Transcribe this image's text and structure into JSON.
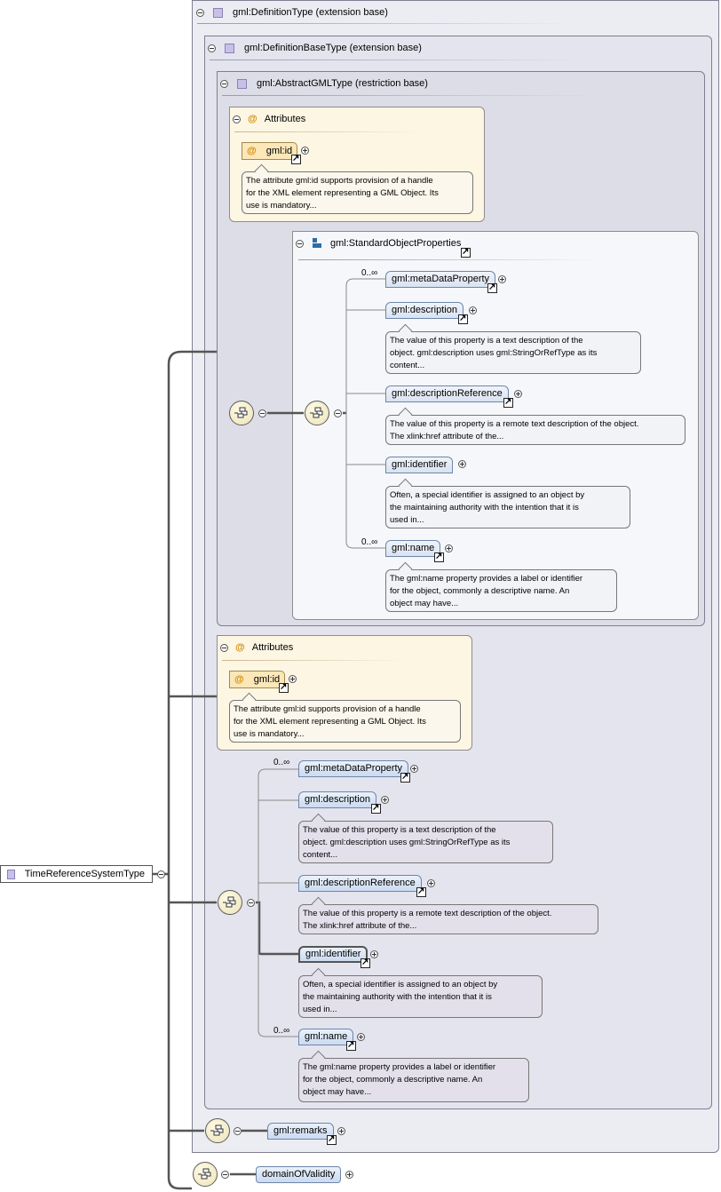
{
  "root": {
    "label": "TimeReferenceSystemType"
  },
  "panels": {
    "definition_type": "gml:DefinitionType (extension base)",
    "definition_base_type": "gml:DefinitionBaseType (extension base)",
    "abstract_gml_type": "gml:AbstractGMLType (restriction base)",
    "standard_object_properties": "gml:StandardObjectProperties"
  },
  "attributes": {
    "title": "Attributes",
    "id_label": "gml:id",
    "id_doc": "The attribute gml:id supports provision of a handle\nfor the XML element representing a GML Object. Its\nuse is mandatory..."
  },
  "elements": {
    "metadata": {
      "label": "gml:metaDataProperty",
      "occurs": "0..∞"
    },
    "description": {
      "label": "gml:description",
      "doc": "The value of this property is a text description of the\nobject. gml:description uses gml:StringOrRefType as its\ncontent..."
    },
    "description_ref": {
      "label": "gml:descriptionReference",
      "doc": "The value of this property is a remote text description of the object.\nThe xlink:href attribute of the..."
    },
    "identifier": {
      "label": "gml:identifier",
      "doc": "Often, a special identifier is assigned to an object by\nthe maintaining authority with the intention that it is\nused in..."
    },
    "name": {
      "label": "gml:name",
      "occurs": "0..∞",
      "doc": "The gml:name property provides a label or identifier\nfor the object, commonly a descriptive name. An\nobject may have..."
    },
    "remarks": {
      "label": "gml:remarks"
    },
    "domain": {
      "label": "domainOfValidity"
    }
  },
  "colors": {
    "element_fill": "#cbdaf0",
    "attribute_fill": "#fdf6e3",
    "type_icon": "#c9c0e6"
  }
}
